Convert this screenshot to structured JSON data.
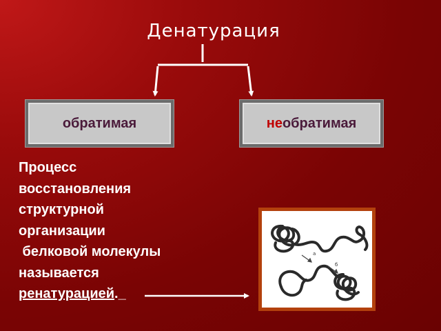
{
  "title": "Денатурация",
  "branches": {
    "reversible": "обратимая",
    "irreversible_prefix": "не",
    "irreversible_rest": "обратимая"
  },
  "paragraph": {
    "lines": [
      "Процесс",
      "восстановления",
      "структурной",
      "организации",
      " белковой молекулы",
      "называется"
    ],
    "term": "ренатурацией",
    "term_suffix": "._"
  },
  "illustration": {
    "description_icon": "protein-folding-illustration",
    "labels": [
      "a",
      "б"
    ],
    "frame_color": "#b3410d"
  },
  "colors": {
    "background": "#8a0606",
    "box_fill": "#c8c8c8",
    "box_text": "#4a1a3a",
    "negation": "#c00000"
  }
}
